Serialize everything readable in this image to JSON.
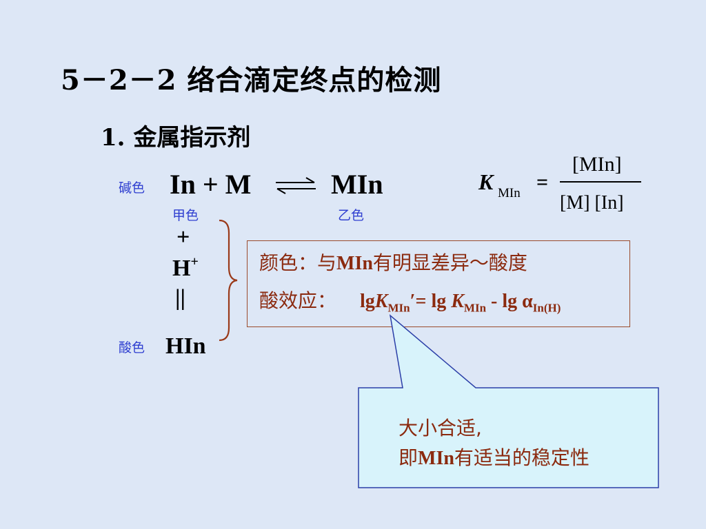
{
  "slide": {
    "title": "5－2－2  络合滴定终点的检测",
    "subtitle": "1.  金属指示剂",
    "labels": {
      "base_color": "碱色",
      "color_a": "甲色",
      "color_b": "乙色",
      "acid_color": "酸色"
    },
    "equation": {
      "reactant": "In + M",
      "product": "MIn",
      "plus": "+",
      "proton": "H",
      "proton_charge": "+",
      "equilibrium": "||",
      "acid_form": "HIn"
    },
    "constant": {
      "symbol": "K",
      "subscript": "MIn",
      "equals": "=",
      "numerator": "[MIn]",
      "denominator": "[M]  [In]"
    },
    "info_box": {
      "line1_prefix": "颜色：与",
      "line1_mid": "MIn",
      "line1_suffix": "有明显差异～酸度",
      "line2_prefix": "酸效应：",
      "line2_lg1": "lg",
      "line2_k1": "K",
      "line2_sub1": "MIn",
      "line2_prime": "′",
      "line2_eq": "= lg ",
      "line2_k2": "K",
      "line2_sub2": "MIn",
      "line2_minus": " - lg ",
      "line2_alpha": "α",
      "line2_sub3": "In(H)"
    },
    "callout": {
      "line1": "大小合适,",
      "line2_prefix": "即",
      "line2_mid": "MIn",
      "line2_suffix": "有适当的稳定性"
    },
    "colors": {
      "background": "#dde7f6",
      "label_blue": "#2f3fd0",
      "text_brown": "#8b2a0f",
      "callout_fill": "#d8f3fb",
      "brace": "#9a3a1a"
    }
  }
}
